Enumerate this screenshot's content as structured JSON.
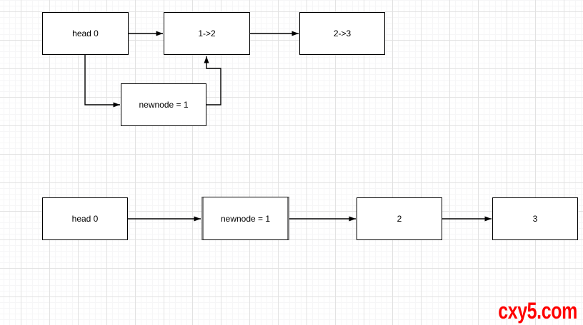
{
  "canvas": {
    "background": "#ffffff",
    "grid_minor_color": "#f6f6f7",
    "grid_major_color": "#e2e2e2"
  },
  "step1": {
    "head": {
      "label": "head 0"
    },
    "node_1_2": {
      "label": "1->2"
    },
    "node_2_3": {
      "label": "2->3"
    },
    "newnode": {
      "label": "newnode = 1"
    },
    "edges": [
      "head 0 -> 1->2",
      "1->2 -> 2->3",
      "head 0 -> newnode = 1",
      "newnode = 1 -> 1->2"
    ]
  },
  "step2": {
    "head": {
      "label": "head 0"
    },
    "newnode": {
      "label": "newnode = 1"
    },
    "node_2": {
      "label": "2"
    },
    "node_3": {
      "label": "3"
    },
    "edges": [
      "head 0 -> newnode = 1",
      "newnode = 1 -> 2",
      "2 -> 3"
    ]
  },
  "styles": {
    "node_border_color": "#000000",
    "node_fill_color": "#ffffff",
    "highlighted_node_border_color": "#808080",
    "edge_color": "#000000"
  },
  "watermark": {
    "text": "cxy5.com",
    "color": "#fe0000"
  }
}
